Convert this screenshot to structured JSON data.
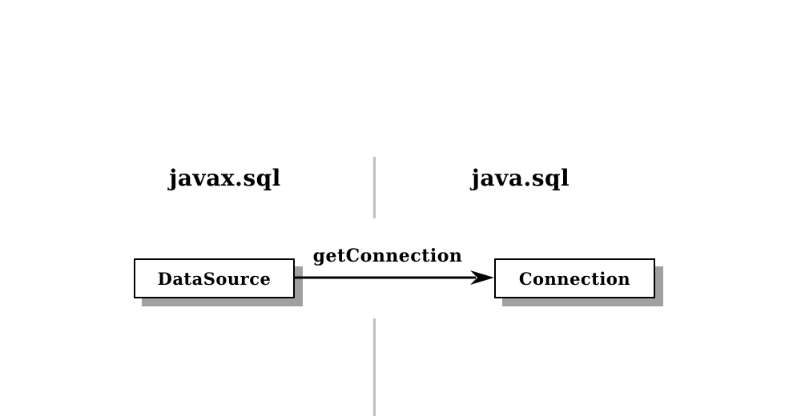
{
  "packages": {
    "left": {
      "label": "javax.sql"
    },
    "right": {
      "label": "java.sql"
    }
  },
  "nodes": {
    "datasource": {
      "label": "DataSource"
    },
    "connection": {
      "label": "Connection"
    }
  },
  "edge": {
    "label": "getConnection",
    "from": "DataSource",
    "to": "Connection",
    "direction": "right"
  },
  "colors": {
    "shadow": "#a0a0a0",
    "divider": "#c0c0c0",
    "stroke": "#000000",
    "background": "#ffffff"
  }
}
